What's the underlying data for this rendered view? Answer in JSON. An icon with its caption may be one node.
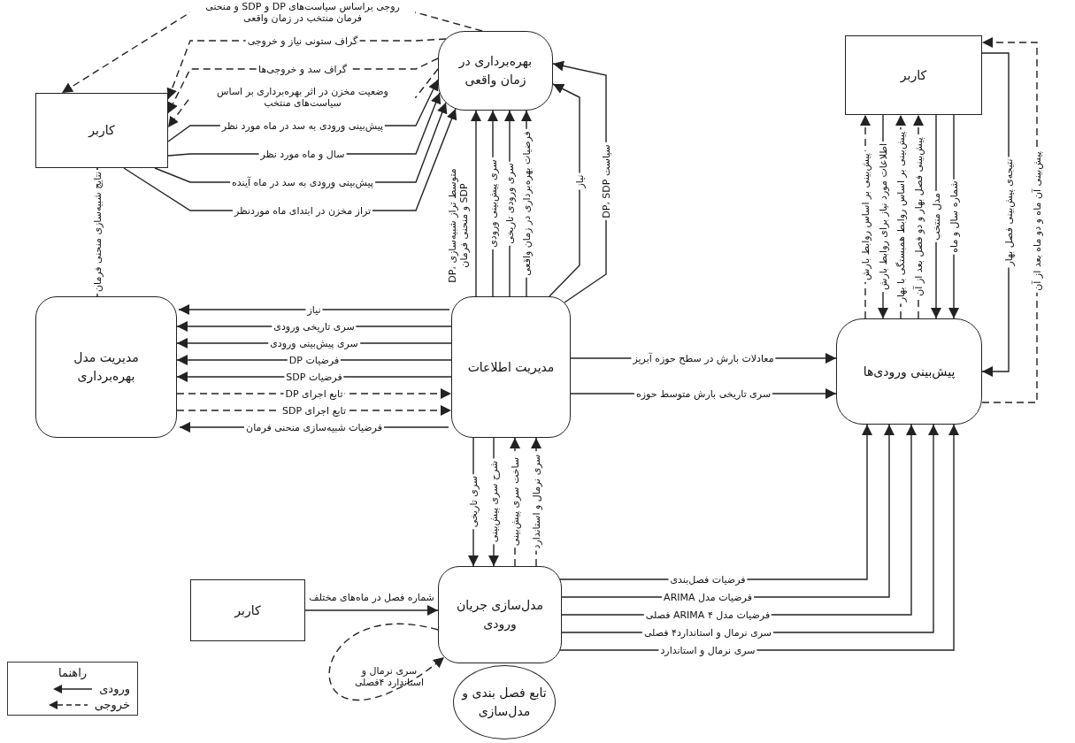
{
  "diagram": {
    "nodes": [
      {
        "text": [
          "کاربر"
        ]
      },
      {
        "text": [
          "بهره‌برداری در زمان واقعی"
        ]
      },
      {
        "text": [
          "کاربر"
        ]
      },
      {
        "text": [
          "مدیریت مدل بهره‌برداری"
        ]
      },
      {
        "text": [
          "مدیریت اطلاعات"
        ]
      },
      {
        "text": [
          "پیش‌بینی ورودی‌ها"
        ]
      },
      {
        "text": [
          "کاربر"
        ]
      },
      {
        "text": [
          "مدل‌سازی جریان ورودی"
        ]
      },
      {
        "text": [
          "تابع فصل بندی و مدل‌سازی"
        ]
      }
    ],
    "edges": [
      {
        "from": 1,
        "to": 0,
        "arrow": "to",
        "style": "dashed",
        "label": "روجی براساس سیاست‌های DP و SDP و منحنی فرمان منتخب در زمان واقعی"
      },
      {
        "from": 1,
        "to": 0,
        "arrow": "to",
        "style": "dashed",
        "label": "گراف ستونی نیاز و خروجی"
      },
      {
        "from": 1,
        "to": 0,
        "arrow": "to",
        "style": "dashed",
        "label": "گراف سد و خروجی‌ها"
      },
      {
        "from": 1,
        "to": 0,
        "arrow": "to",
        "style": "dashed",
        "label": "وضعیت مخزن در اثر بهره‌برداری بر اساس سیاست‌های منتخب"
      },
      {
        "from": 0,
        "to": 1,
        "arrow": "to",
        "label": "پیش‌بینی ورودی به سد در ماه مورد نظر"
      },
      {
        "from": 0,
        "to": 1,
        "arrow": "to",
        "label": "سال و ماه مورد نظر"
      },
      {
        "from": 0,
        "to": 1,
        "arrow": "to",
        "label": "پیش‌بینی ورودی به سد در ماه آینده"
      },
      {
        "from": 0,
        "to": 1,
        "arrow": "to",
        "label": "تراز مخزن در ابتدای ماه موردنظر"
      },
      {
        "from": 3,
        "to": 0,
        "arrow": "to",
        "style": "dashed",
        "label": "نتایج شبیه‌سازی منحنی فرمان"
      },
      {
        "from": 4,
        "to": 1,
        "arrow": "to",
        "label": "متوسط تراز شبیه‌سازی DP، SDP و منحنی فرمان"
      },
      {
        "from": 4,
        "to": 1,
        "arrow": "to",
        "label": "سری پیش‌بینی ورودی"
      },
      {
        "from": 4,
        "to": 1,
        "arrow": "to",
        "label": "سری ورودی تاریخی"
      },
      {
        "from": 4,
        "to": 1,
        "arrow": "to",
        "label": "فرضیات بهره‌برداری در زمان واقعی"
      },
      {
        "from": 4,
        "to": 1,
        "arrow": "to",
        "label": "نیاز"
      },
      {
        "from": 4,
        "to": 1,
        "arrow": "to",
        "label": "سیاست DP، SDP"
      },
      {
        "from": 4,
        "to": 3,
        "arrow": "to",
        "label": "نیاز"
      },
      {
        "from": 4,
        "to": 3,
        "arrow": "to",
        "label": "سری تاریخی ورودی"
      },
      {
        "from": 4,
        "to": 3,
        "arrow": "to",
        "label": "سری پیش‌بینی ورودی"
      },
      {
        "from": 4,
        "to": 3,
        "arrow": "to",
        "label": "فرضیات DP"
      },
      {
        "from": 4,
        "to": 3,
        "arrow": "to",
        "label": "فرضیات SDP"
      },
      {
        "from": 3,
        "to": 4,
        "arrow": "to",
        "style": "dashed",
        "label": "تابع اجرای DP"
      },
      {
        "from": 3,
        "to": 4,
        "arrow": "to",
        "style": "dashed",
        "label": "تابع اجرای SDP"
      },
      {
        "from": 4,
        "to": 3,
        "arrow": "to",
        "label": "فرضیات شبیه‌سازی منحنی فرمان"
      },
      {
        "from": 4,
        "to": 5,
        "arrow": "to",
        "label": "معادلات بارش در سطح حوزه آبریز"
      },
      {
        "from": 4,
        "to": 5,
        "arrow": "to",
        "label": "سری تاریخی بارش متوسط حوزه"
      },
      {
        "from": 5,
        "to": 2,
        "arrow": "to",
        "style": "dashed",
        "label": "پیش‌بینی بر اساس روابط بارش"
      },
      {
        "from": 2,
        "to": 5,
        "arrow": "to",
        "label": "اطلاعات مورد نیاز برای روابط بارش"
      },
      {
        "from": 5,
        "to": 2,
        "arrow": "to",
        "style": "dashed",
        "label": "پیش‌بینی بر اساس روابط همبستگی با بهار"
      },
      {
        "from": 5,
        "to": 2,
        "arrow": "to",
        "style": "dashed",
        "label": "پیش‌بینی فصل بهار و دو فصل بعد از آن"
      },
      {
        "from": 2,
        "to": 5,
        "arrow": "to",
        "label": "مدل منتخب"
      },
      {
        "from": 2,
        "to": 5,
        "arrow": "to",
        "label": "شماره سال و ماه"
      },
      {
        "from": 2,
        "to": 5,
        "arrow": "to",
        "label": "نتیجه‌ی پیش‌بینی فصل بهار"
      },
      {
        "from": 5,
        "to": 2,
        "arrow": "to",
        "style": "dashed",
        "label": "پیش‌بینی آن ماه و دو ماه بعد از آن"
      },
      {
        "from": 4,
        "to": 7,
        "arrow": "to",
        "label": "سری تاریخی"
      },
      {
        "from": 4,
        "to": 7,
        "arrow": "to",
        "label": "شرح سری پیش‌بینی"
      },
      {
        "from": 7,
        "to": 4,
        "arrow": "to",
        "style": "dashed",
        "label": "ساخت سری پیش‌بینی"
      },
      {
        "from": 7,
        "to": 4,
        "arrow": "to",
        "style": "dashed",
        "label": "سری نرمال و استاندارد"
      },
      {
        "from": 6,
        "to": 7,
        "arrow": "to",
        "label": "شماره فصل در ماه‌های مختلف"
      },
      {
        "from": 7,
        "to": 5,
        "arrow": "to",
        "label": "فرضیات فصل‌بندی"
      },
      {
        "from": 7,
        "to": 5,
        "arrow": "to",
        "label": "فرضیات مدل ARIMA"
      },
      {
        "from": 7,
        "to": 5,
        "arrow": "to",
        "label": "فرضیات مدل ARIMA ۴ فصلی"
      },
      {
        "from": 7,
        "to": 5,
        "arrow": "to",
        "label": "سری نرمال و استاندارد۴ فصلی"
      },
      {
        "from": 7,
        "to": 5,
        "arrow": "to",
        "label": "سری نرمال و استاندارد"
      },
      {
        "from": 7,
        "to": 7,
        "arrow": "to",
        "style": "dashed",
        "label": "سری نرمال و استاندارد ۴فصلی"
      }
    ],
    "labels": [
      "راهنما"
    ],
    "legend": [
      {
        "text": "ورودی"
      },
      {
        "text": "خروجی"
      }
    ]
  }
}
